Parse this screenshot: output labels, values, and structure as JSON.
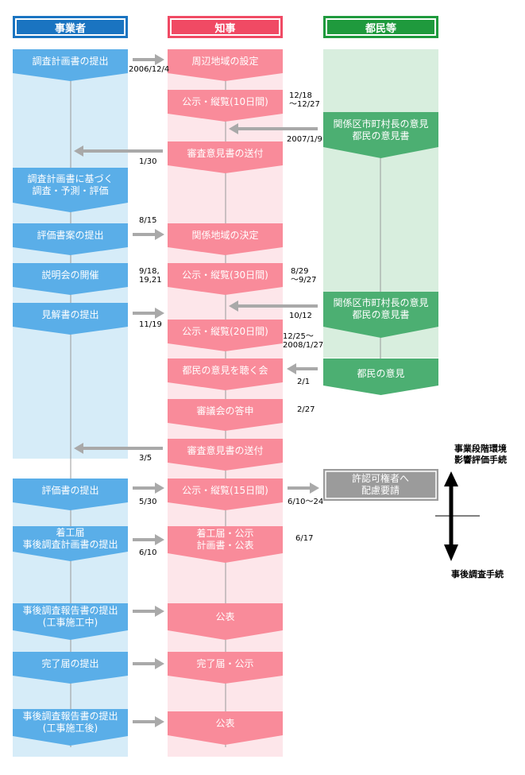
{
  "headers": {
    "business": "事業者",
    "governor": "知事",
    "citizens": "都民等"
  },
  "colors": {
    "blue": "#5aaee8",
    "blue_bg": "#d6ecf8",
    "pink": "#f98b9a",
    "pink_bg": "#fde6ea",
    "green": "#4caf72",
    "green_bg": "#d8eede",
    "grey": "#9b9b9b",
    "arrow": "#a9a9a9",
    "hdr_blue": "#1a74c1",
    "hdr_pink": "#f04a64",
    "hdr_green": "#1f9a3d"
  },
  "business_steps": {
    "plan_submit": "調査計画書の提出",
    "survey": "調査計画書に基づく\n調査・予測・評価",
    "draft_submit": "評価書案の提出",
    "briefing": "説明会の開催",
    "opinion_submit": "見解書の提出",
    "eval_submit": "評価書の提出",
    "start_notice": "着工届\n事後調査計画書の提出",
    "report_during": "事後調査報告書の提出\n(工事施工中)",
    "completion": "完了届の提出",
    "report_after": "事後調査報告書の提出\n(工事施工後)"
  },
  "governor_steps": {
    "area_setting": "周辺地域の設定",
    "public_10": "公示・縦覧(10日間)",
    "review_sent_1": "審査意見書の送付",
    "area_decision": "関係地域の決定",
    "public_30": "公示・縦覧(30日間)",
    "public_20": "公示・縦覧(20日間)",
    "hearing": "都民の意見を聴く会",
    "council": "審議会の答申",
    "review_sent_2": "審査意見書の送付",
    "public_15": "公示・縦覧(15日間)",
    "start_public": "着工届・公示\n計画書・公表",
    "pub_1": "公表",
    "completion_public": "完了届・公示",
    "pub_2": "公表"
  },
  "citizen_steps": {
    "opinion_1": "関係区市町村長の意見\n都民の意見書",
    "opinion_2": "関係区市町村長の意見\n都民の意見書",
    "citizen_opinion": "都民の意見",
    "permit": "許認可権者へ\n配慮要請"
  },
  "dates": {
    "d1": "2006/12/4",
    "d2": "12/18\n〜12/27",
    "d3": "2007/1/9",
    "d4": "1/30",
    "d5": "8/15",
    "d6": "9/18,\n19,21",
    "d7": "8/29\n〜9/27",
    "d8": "10/12",
    "d9": "11/19",
    "d10": "12/25〜\n2008/1/27",
    "d11": "2/1",
    "d12": "2/27",
    "d13": "3/5",
    "d14": "5/30",
    "d15": "6/10〜24",
    "d16": "6/10",
    "d17": "6/17"
  },
  "side_labels": {
    "top": "事業段階環境\n影響評価手続",
    "bottom": "事後調査手続"
  }
}
